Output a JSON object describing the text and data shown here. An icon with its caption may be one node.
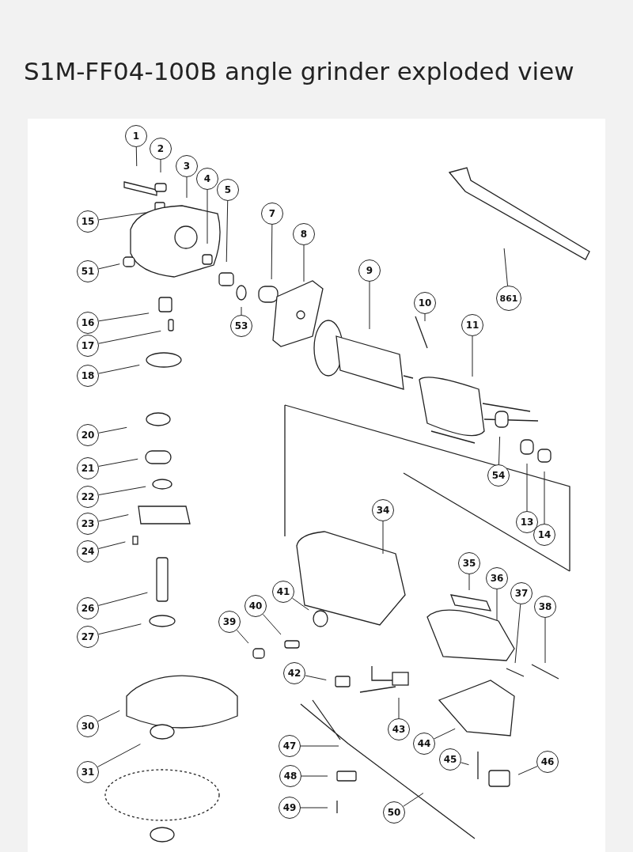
{
  "diagram": {
    "title": "S1M-FF04-100B angle grinder exploded view",
    "nodes": [
      {
        "text": [
          "1"
        ]
      },
      {
        "text": [
          "2"
        ]
      },
      {
        "text": [
          "3"
        ]
      },
      {
        "text": [
          "4"
        ]
      },
      {
        "text": [
          "5"
        ]
      },
      {
        "text": [
          "15"
        ]
      },
      {
        "text": [
          "51"
        ]
      },
      {
        "text": [
          "7"
        ]
      },
      {
        "text": [
          "8"
        ]
      },
      {
        "text": [
          "53"
        ]
      },
      {
        "text": [
          "9"
        ]
      },
      {
        "text": [
          "861"
        ]
      },
      {
        "text": [
          "10"
        ]
      },
      {
        "text": [
          "11"
        ]
      },
      {
        "text": [
          "16"
        ]
      },
      {
        "text": [
          "17"
        ]
      },
      {
        "text": [
          "18"
        ]
      },
      {
        "text": [
          "20"
        ]
      },
      {
        "text": [
          "21"
        ]
      },
      {
        "text": [
          "22"
        ]
      },
      {
        "text": [
          "23"
        ]
      },
      {
        "text": [
          "24"
        ]
      },
      {
        "text": [
          "54"
        ]
      },
      {
        "text": [
          "13"
        ]
      },
      {
        "text": [
          "14"
        ]
      },
      {
        "text": [
          "34"
        ]
      },
      {
        "text": [
          "35"
        ]
      },
      {
        "text": [
          "36"
        ]
      },
      {
        "text": [
          "37"
        ]
      },
      {
        "text": [
          "38"
        ]
      },
      {
        "text": [
          "41"
        ]
      },
      {
        "text": [
          "40"
        ]
      },
      {
        "text": [
          "26"
        ]
      },
      {
        "text": [
          "39"
        ]
      },
      {
        "text": [
          "27"
        ]
      },
      {
        "text": [
          "42"
        ]
      },
      {
        "text": [
          "30"
        ]
      },
      {
        "text": [
          "43"
        ]
      },
      {
        "text": [
          "44"
        ]
      },
      {
        "text": [
          "47"
        ]
      },
      {
        "text": [
          "45"
        ]
      },
      {
        "text": [
          "46"
        ]
      },
      {
        "text": [
          "31"
        ]
      },
      {
        "text": [
          "48"
        ]
      },
      {
        "text": [
          "49"
        ]
      },
      {
        "text": [
          "50"
        ]
      }
    ],
    "edges": [
      {
        "from": 0,
        "to": null,
        "arrow": "none"
      },
      {
        "from": 1,
        "to": null,
        "arrow": "none"
      },
      {
        "from": 2,
        "to": null,
        "arrow": "none"
      },
      {
        "from": 3,
        "to": null,
        "arrow": "none"
      },
      {
        "from": 4,
        "to": null,
        "arrow": "none"
      },
      {
        "from": 5,
        "to": null,
        "arrow": "none"
      },
      {
        "from": 6,
        "to": null,
        "arrow": "none"
      },
      {
        "from": 7,
        "to": null,
        "arrow": "none"
      },
      {
        "from": 8,
        "to": null,
        "arrow": "none"
      },
      {
        "from": 9,
        "to": null,
        "arrow": "none"
      },
      {
        "from": 10,
        "to": null,
        "arrow": "none"
      },
      {
        "from": 11,
        "to": null,
        "arrow": "none"
      },
      {
        "from": 12,
        "to": null,
        "arrow": "none"
      },
      {
        "from": 13,
        "to": null,
        "arrow": "none"
      },
      {
        "from": 14,
        "to": null,
        "arrow": "none"
      },
      {
        "from": 15,
        "to": null,
        "arrow": "none"
      },
      {
        "from": 16,
        "to": null,
        "arrow": "none"
      },
      {
        "from": 17,
        "to": null,
        "arrow": "none"
      },
      {
        "from": 18,
        "to": null,
        "arrow": "none"
      },
      {
        "from": 19,
        "to": null,
        "arrow": "none"
      },
      {
        "from": 20,
        "to": null,
        "arrow": "none"
      },
      {
        "from": 21,
        "to": null,
        "arrow": "none"
      },
      {
        "from": 22,
        "to": null,
        "arrow": "none"
      },
      {
        "from": 23,
        "to": null,
        "arrow": "none"
      },
      {
        "from": 24,
        "to": null,
        "arrow": "none"
      },
      {
        "from": 25,
        "to": null,
        "arrow": "none"
      },
      {
        "from": 26,
        "to": null,
        "arrow": "none"
      },
      {
        "from": 27,
        "to": null,
        "arrow": "none"
      },
      {
        "from": 28,
        "to": null,
        "arrow": "none"
      },
      {
        "from": 29,
        "to": null,
        "arrow": "none"
      },
      {
        "from": 30,
        "to": null,
        "arrow": "none"
      },
      {
        "from": 31,
        "to": null,
        "arrow": "none"
      },
      {
        "from": 32,
        "to": null,
        "arrow": "none"
      },
      {
        "from": 33,
        "to": null,
        "arrow": "none"
      },
      {
        "from": 34,
        "to": null,
        "arrow": "none"
      },
      {
        "from": 35,
        "to": null,
        "arrow": "none"
      },
      {
        "from": 36,
        "to": null,
        "arrow": "none"
      },
      {
        "from": 37,
        "to": null,
        "arrow": "none"
      },
      {
        "from": 38,
        "to": null,
        "arrow": "none"
      },
      {
        "from": 39,
        "to": null,
        "arrow": "none"
      },
      {
        "from": 40,
        "to": null,
        "arrow": "none"
      },
      {
        "from": 41,
        "to": null,
        "arrow": "none"
      },
      {
        "from": 42,
        "to": null,
        "arrow": "none"
      },
      {
        "from": 43,
        "to": null,
        "arrow": "none"
      },
      {
        "from": 44,
        "to": null,
        "arrow": "none"
      },
      {
        "from": 45,
        "to": null,
        "arrow": "none"
      }
    ]
  }
}
